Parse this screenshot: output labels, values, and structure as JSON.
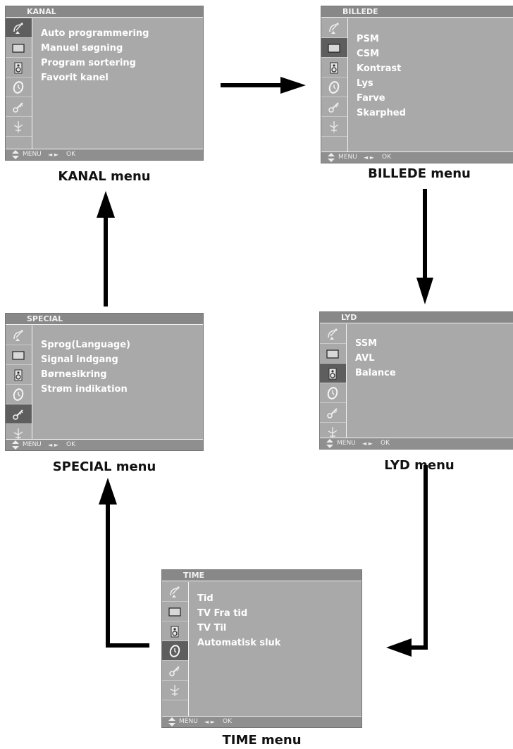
{
  "menus": {
    "kanal": {
      "title": "KANAL",
      "items": [
        "Auto programmering",
        "Manuel søgning",
        "Program sortering",
        "Favorit kanel"
      ],
      "caption": "KANAL menu",
      "active_icon": 0
    },
    "billede": {
      "title": "BILLEDE",
      "items": [
        "PSM",
        "CSM",
        "Kontrast",
        "Lys",
        "Farve",
        "Skarphed"
      ],
      "caption": "BILLEDE menu",
      "active_icon": 1
    },
    "special": {
      "title": "SPECIAL",
      "items": [
        "Sprog(Language)",
        "Signal indgang",
        "Børnesikring",
        "Strøm indikation"
      ],
      "caption": "SPECIAL menu",
      "active_icon": 4
    },
    "lyd": {
      "title": "LYD",
      "items": [
        "SSM",
        "AVL",
        "Balance"
      ],
      "caption": "LYD menu",
      "active_icon": 2
    },
    "time": {
      "title": "TIME",
      "items": [
        "Tid",
        "TV Fra tid",
        "TV Til",
        "Automatisk sluk"
      ],
      "caption": "TIME menu",
      "active_icon": 3
    }
  },
  "footer": {
    "menu_label": "MENU",
    "lr_symbol": "◄ ►",
    "ok_label": "OK"
  },
  "icons": [
    "satellite-dish-icon",
    "screen-icon",
    "speaker-icon",
    "clock-icon",
    "key-icon",
    "antenna-icon"
  ],
  "colors": {
    "panel": "#a9a9a9",
    "active_icon_bg": "#5e5e5e",
    "text": "#ffffff",
    "arrow": "#000000"
  }
}
